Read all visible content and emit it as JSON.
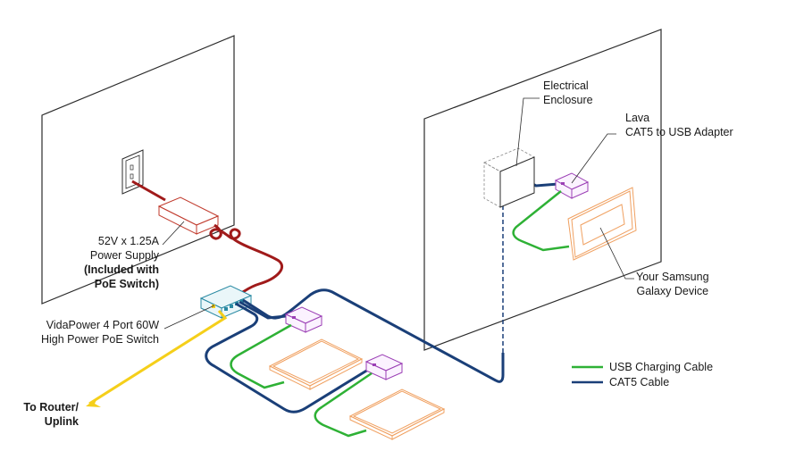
{
  "labels": {
    "enclosure_line1": "Electrical",
    "enclosure_line2": "Enclosure",
    "adapter_line1": "Lava",
    "adapter_line2": "CAT5 to USB Adapter",
    "device_line1": "Your Samsung",
    "device_line2": "Galaxy Device",
    "psu_line1": "52V x 1.25A",
    "psu_line2": "Power Supply",
    "psu_line3": "(Included with",
    "psu_line4": "PoE Switch)",
    "switch_line1": "VidaPower 4 Port 60W",
    "switch_line2": "High Power PoE Switch",
    "router_line1": "To Router/",
    "router_line2": "Uplink"
  },
  "legend": {
    "items": [
      {
        "label": "USB Charging Cable",
        "color": "#2eb135"
      },
      {
        "label": "CAT5 Cable",
        "color": "#1a3f78"
      }
    ]
  },
  "colors": {
    "wall": "#2b2b2b",
    "power_supply": "#c0392b",
    "power_cable": "#a01a1a",
    "switch": "#2a8aa3",
    "adapter": "#9b3fb5",
    "device": "#f0a060",
    "usb_cable": "#2eb135",
    "cat5_cable": "#1a3f78",
    "uplink_cable": "#f5cf1a"
  }
}
